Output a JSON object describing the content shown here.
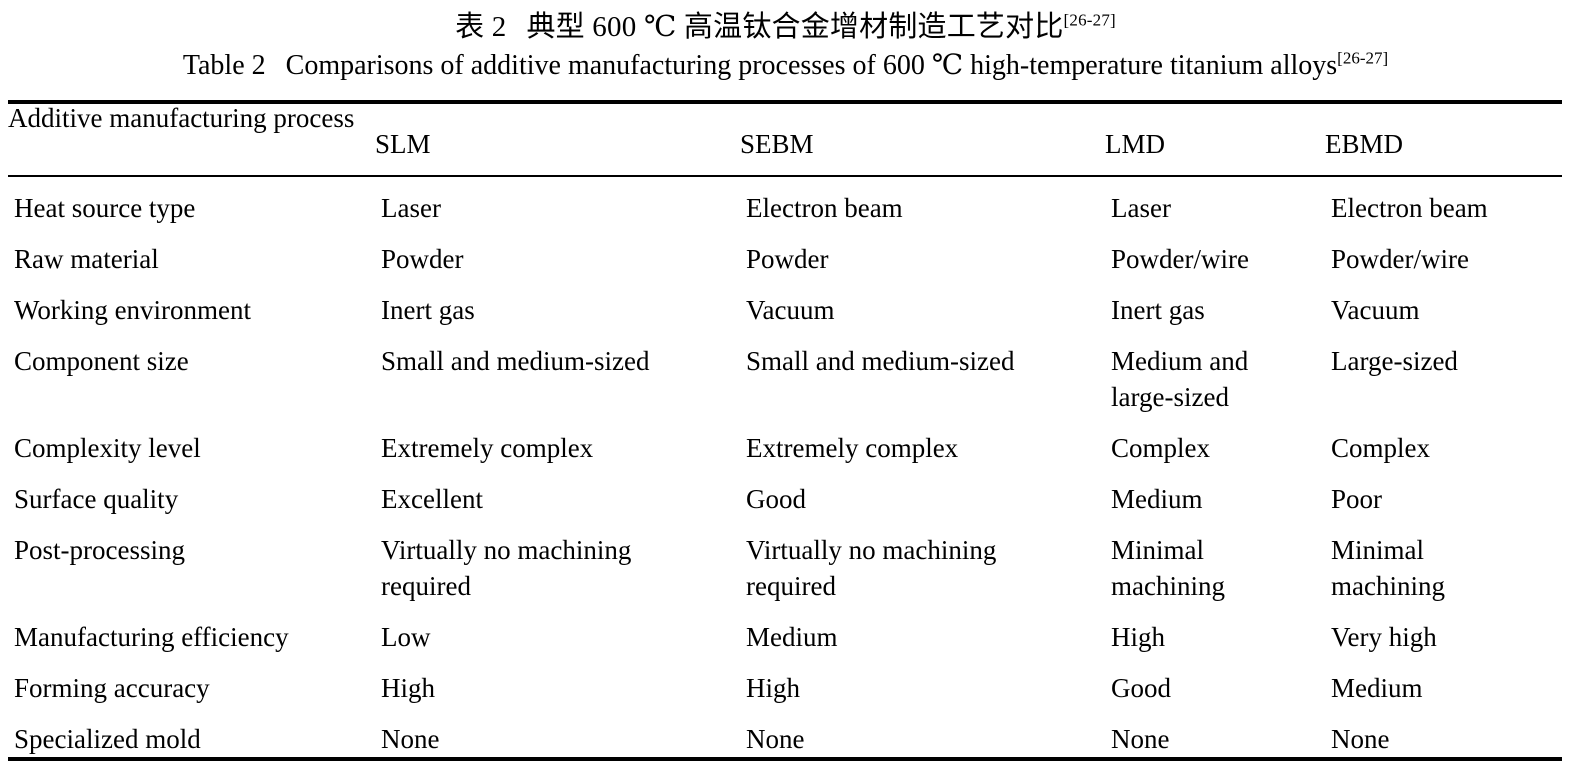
{
  "caption": {
    "chinese": {
      "label": "表 2",
      "text": "典型 600 ℃ 高温钛合金增材制造工艺对比",
      "citation": "[26-27]"
    },
    "english": {
      "label": "Table 2",
      "text": "Comparisons of additive manufacturing processes of 600 ℃ high-temperature titanium alloys",
      "citation": "[26-27]"
    }
  },
  "table": {
    "headers": [
      "Additive manufacturing process",
      "SLM",
      "SEBM",
      "LMD",
      "EBMD"
    ],
    "rows": [
      {
        "label": "Heat source type",
        "slm": "Laser",
        "sebm": "Electron beam",
        "lmd": "Laser",
        "ebmd": "Electron beam"
      },
      {
        "label": "Raw material",
        "slm": "Powder",
        "sebm": "Powder",
        "lmd": "Powder/wire",
        "ebmd": "Powder/wire"
      },
      {
        "label": "Working environment",
        "slm": "Inert gas",
        "sebm": "Vacuum",
        "lmd": "Inert gas",
        "ebmd": "Vacuum"
      },
      {
        "label": "Component size",
        "slm": "Small and medium-sized",
        "sebm": "Small and medium-sized",
        "lmd": "Medium and\nlarge-sized",
        "ebmd": "Large-sized"
      },
      {
        "label": "Complexity level",
        "slm": "Extremely complex",
        "sebm": "Extremely complex",
        "lmd": "Complex",
        "ebmd": "Complex"
      },
      {
        "label": "Surface quality",
        "slm": "Excellent",
        "sebm": "Good",
        "lmd": "Medium",
        "ebmd": "Poor"
      },
      {
        "label": "Post-processing",
        "slm": "Virtually no machining\nrequired",
        "sebm": "Virtually no machining\nrequired",
        "lmd": "Minimal\nmachining",
        "ebmd": "Minimal\nmachining"
      },
      {
        "label": "Manufacturing efficiency",
        "slm": "Low",
        "sebm": "Medium",
        "lmd": "High",
        "ebmd": "Very high"
      },
      {
        "label": "Forming accuracy",
        "slm": "High",
        "sebm": "High",
        "lmd": "Good",
        "ebmd": "Medium"
      },
      {
        "label": "Specialized mold",
        "slm": "None",
        "sebm": "None",
        "lmd": "None",
        "ebmd": "None"
      }
    ]
  }
}
